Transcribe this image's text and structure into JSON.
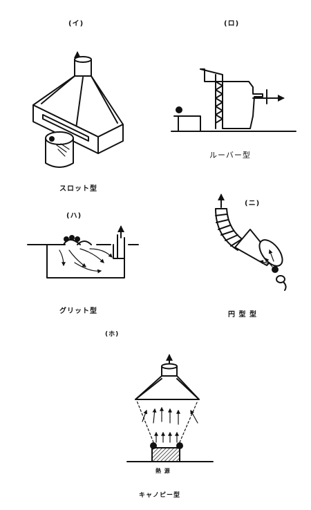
{
  "labels": {
    "i_heading": "(イ)",
    "ro_heading": "(ロ)",
    "ha_heading": "(ハ)",
    "ni_heading": "(ニ)",
    "ho_heading": "(ホ)",
    "slot": "スロット型",
    "louver": "ルーバー型",
    "grit": "グリット型",
    "enkei": "円 型 型",
    "heat_source": "熱 源",
    "canopy": "キャノピー型"
  },
  "colors": {
    "ink": "#111111",
    "paper": "#ffffff"
  },
  "icons": [
    "upward-flow-arrow",
    "hatched-heat-source",
    "welding-point"
  ]
}
